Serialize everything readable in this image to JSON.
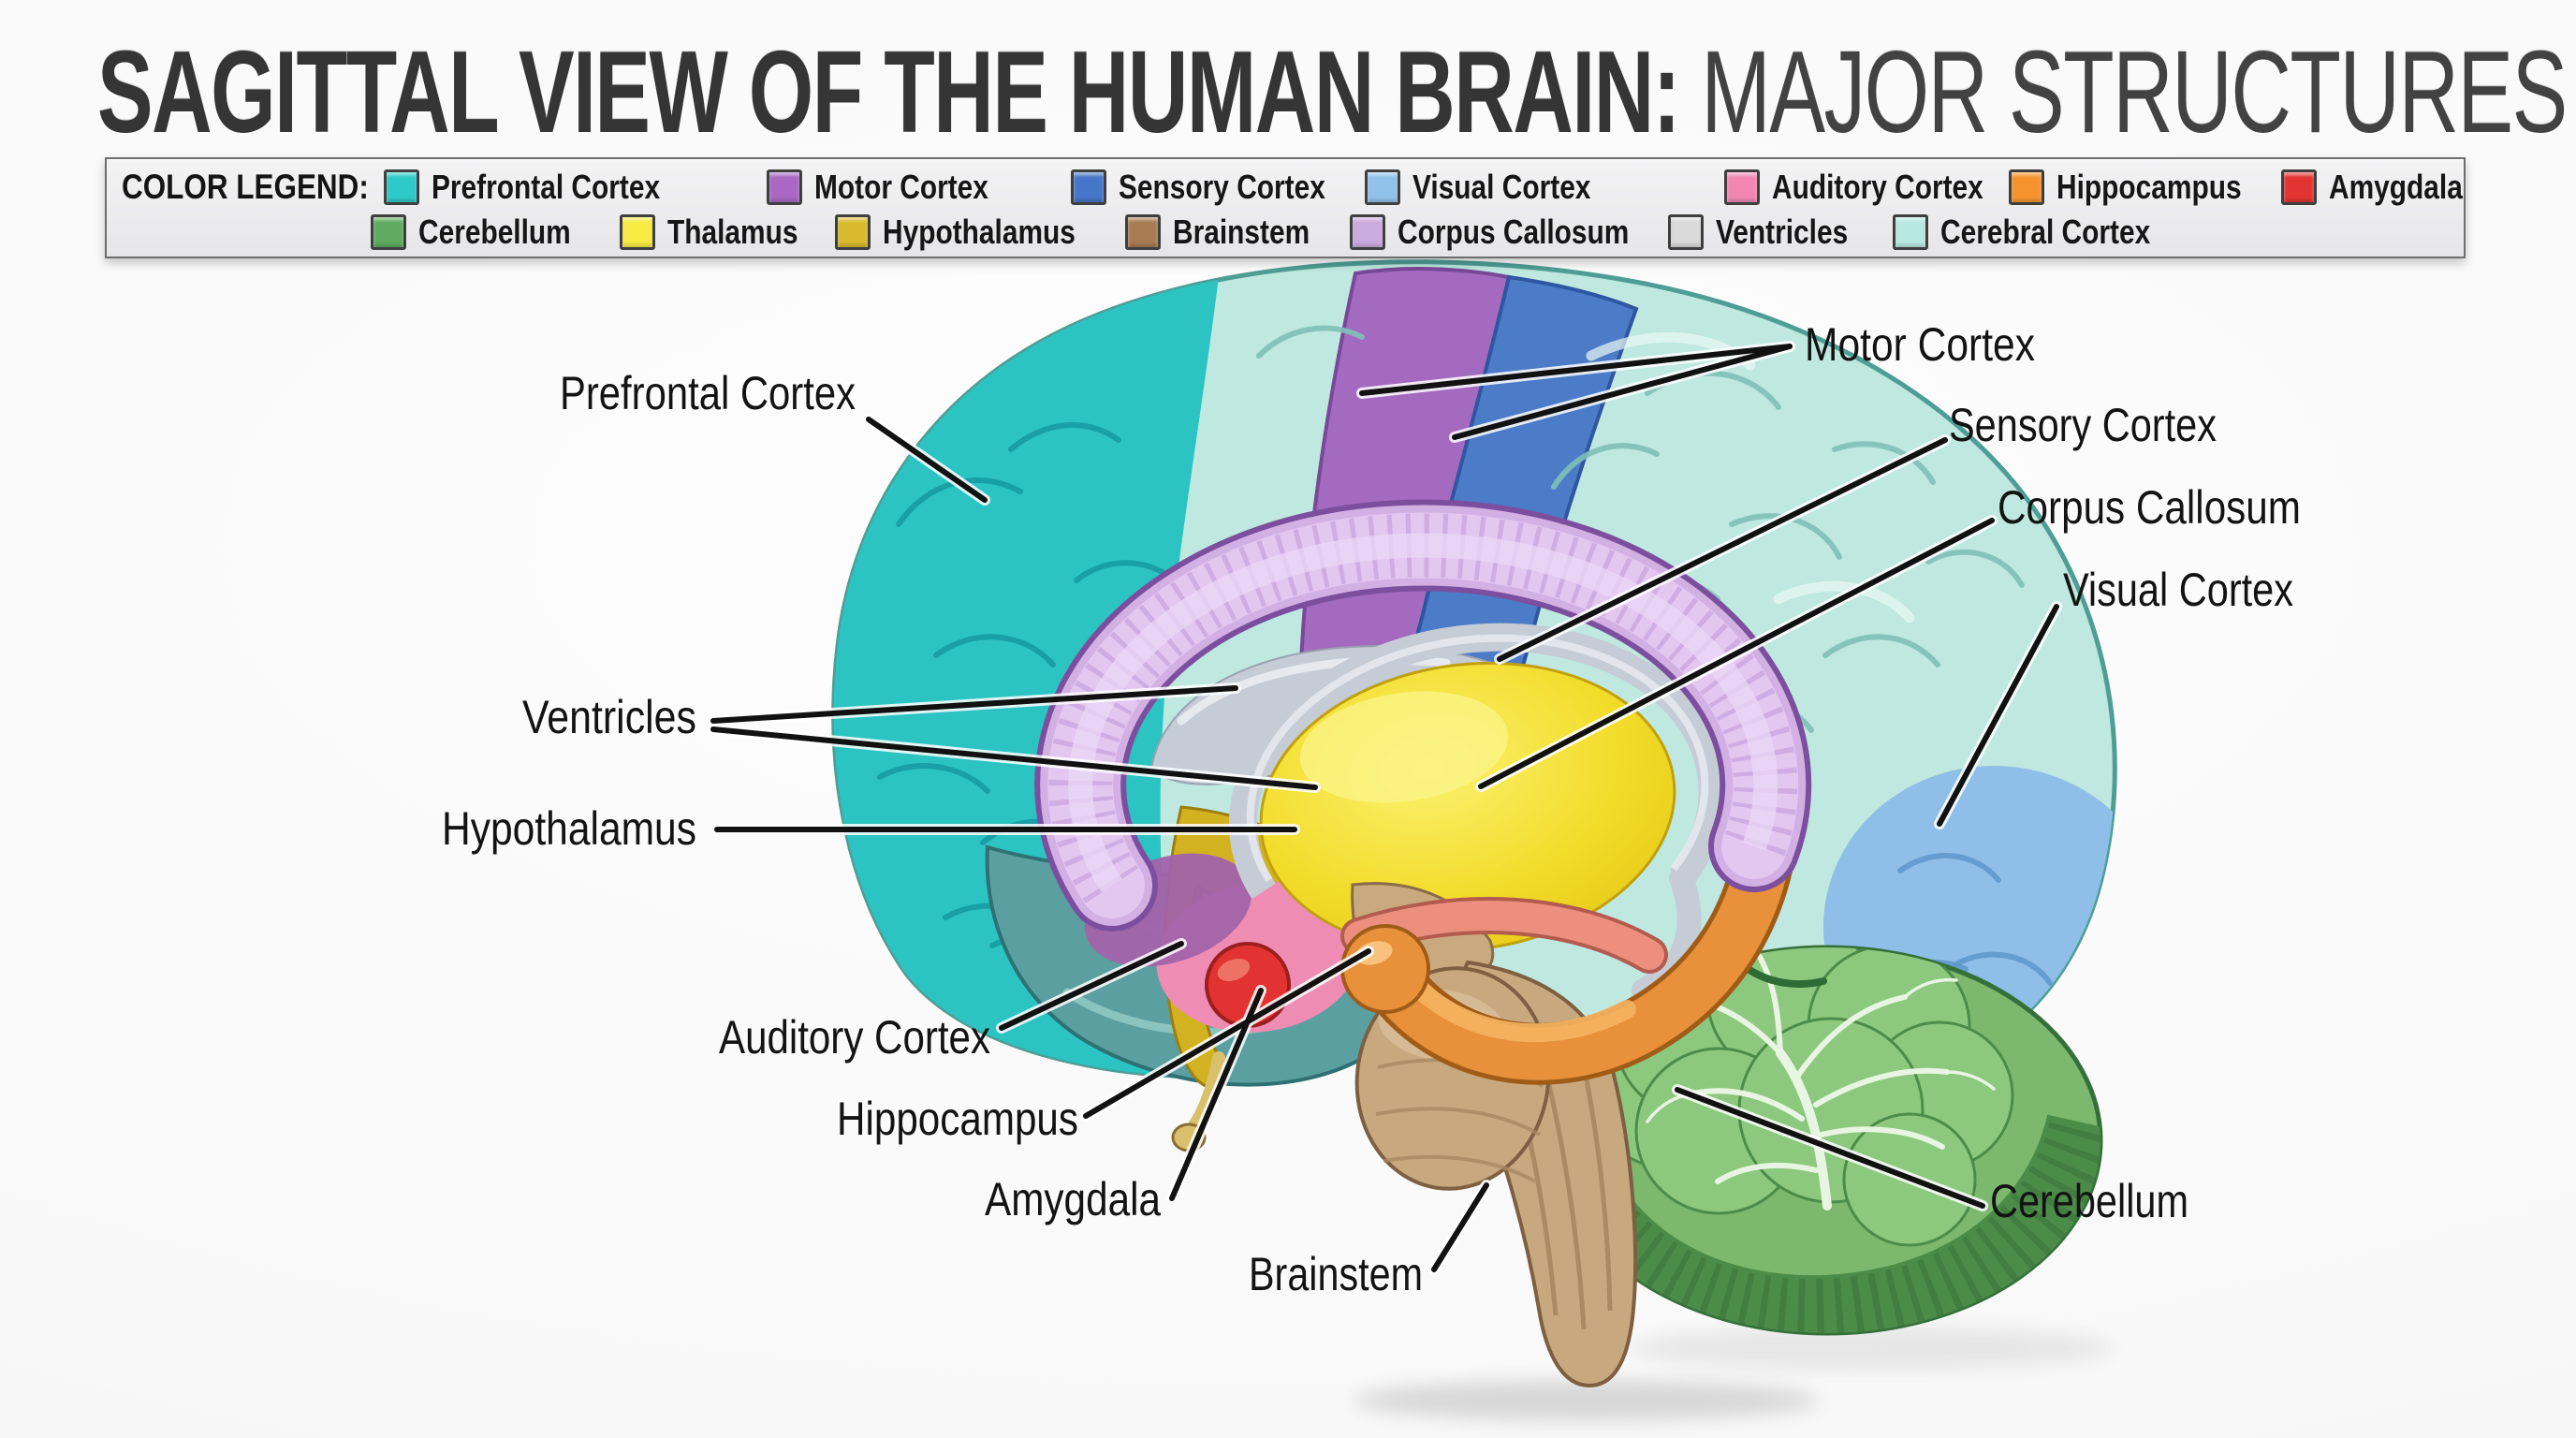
{
  "title": {
    "part1": "SAGITTAL VIEW OF THE HUMAN BRAIN:",
    "part2": "MAJOR STRUCTURES"
  },
  "legend": {
    "title": "COLOR LEGEND:",
    "items": [
      {
        "label": "Prefrontal Cortex",
        "color": "#2EC9C9"
      },
      {
        "label": "Motor Cortex",
        "color": "#A868C4"
      },
      {
        "label": "Sensory Cortex",
        "color": "#4576C8"
      },
      {
        "label": "Visual Cortex",
        "color": "#92C2EA"
      },
      {
        "label": "Auditory Cortex",
        "color": "#F287B4"
      },
      {
        "label": "Hippocampus",
        "color": "#F5942E"
      },
      {
        "label": "Amygdala",
        "color": "#E23432"
      },
      {
        "label": "Cerebellum",
        "color": "#5FAC60"
      },
      {
        "label": "Thalamus",
        "color": "#F7EB43"
      },
      {
        "label": "Hypothalamus",
        "color": "#D9BA2C"
      },
      {
        "label": "Brainstem",
        "color": "#A87B52"
      },
      {
        "label": "Corpus Callosum",
        "color": "#CBABDF"
      },
      {
        "label": "Ventricles",
        "color": "#DADADA"
      },
      {
        "label": "Cerebral Cortex",
        "color": "#B7E9E0"
      }
    ]
  },
  "diagram": {
    "labels": {
      "prefrontal": "Prefrontal Cortex",
      "motor": "Motor Cortex",
      "sensory": "Sensory Cortex",
      "corpus": "Corpus Callosum",
      "visual": "Visual Cortex",
      "ventricles": "Ventricles",
      "hypothalamus": "Hypothalamus",
      "auditory": "Auditory Cortex",
      "hippocampus": "Hippocampus",
      "amygdala": "Amygdala",
      "brainstem": "Brainstem",
      "cerebellum": "Cerebellum"
    }
  },
  "colors": {
    "teal": "#2CC4C2",
    "tealDark": "#12949C",
    "tealEdge": "#188A92",
    "cortex": "#BFE8E0",
    "cortexEdge": "#4E9E96",
    "cortexGyri": "#7FC0B7",
    "motor": "#A36AC0",
    "motorEdge": "#7A4898",
    "sensory": "#4C7CC8",
    "sensoryEdge": "#2F56A0",
    "visual": "#8FBFE8",
    "visualGyri": "#5B94C8",
    "temporal": "#5C9FA0",
    "temporalEdge": "#2E7175",
    "temporalHi": "#96CDC6",
    "pink": "#EE8CB4",
    "mauve": "#A263AA",
    "red": "#E23231",
    "redEdge": "#9C1F1F",
    "redHi": "#F0796A",
    "corpus": "#D2B0E4",
    "corpusLight": "#E3C7F0",
    "corpusEdge": "#7C4F9E",
    "corpusDash": "#C4A0DA",
    "corpusCore": "#EDDAF8",
    "ventricle": "#C6CCD6",
    "ventricleEdge": "#9AA2B0",
    "ventricleHi": "#E9ECF1",
    "thalamus": "#F2DC2A",
    "thalamusDeep": "#E9CD14",
    "thalamusEdge": "#C0A00E",
    "thalamusHi": "#FBF489",
    "hypothalamus": "#D3B221",
    "hypothalamusEdge": "#9C7F12",
    "midbrain": "#C9AA80",
    "midbrainEdge": "#8A6B48",
    "stem": "#C8A87F",
    "stemLight": "#DCC2A0",
    "stemEdge": "#7E5F41",
    "stemLine": "#A98A62",
    "hippocampus": "#E8903A",
    "hippocampusEdge": "#A05C17",
    "hippocampusHi": "#F5B461",
    "salmon": "#EC8F7E",
    "salmonEdge": "#B35B4E",
    "cerebellum": "#7CB96E",
    "cerebellumLight": "#8CC87D",
    "cerebellumDark": "#4C8C49",
    "cerebellumStripe": "#3F7A3F",
    "cerebellumEdge": "#35703A",
    "cerebellumVein": "#E9F5E3",
    "gold": "#D9C06C",
    "goldEdge": "#8A6C30"
  }
}
